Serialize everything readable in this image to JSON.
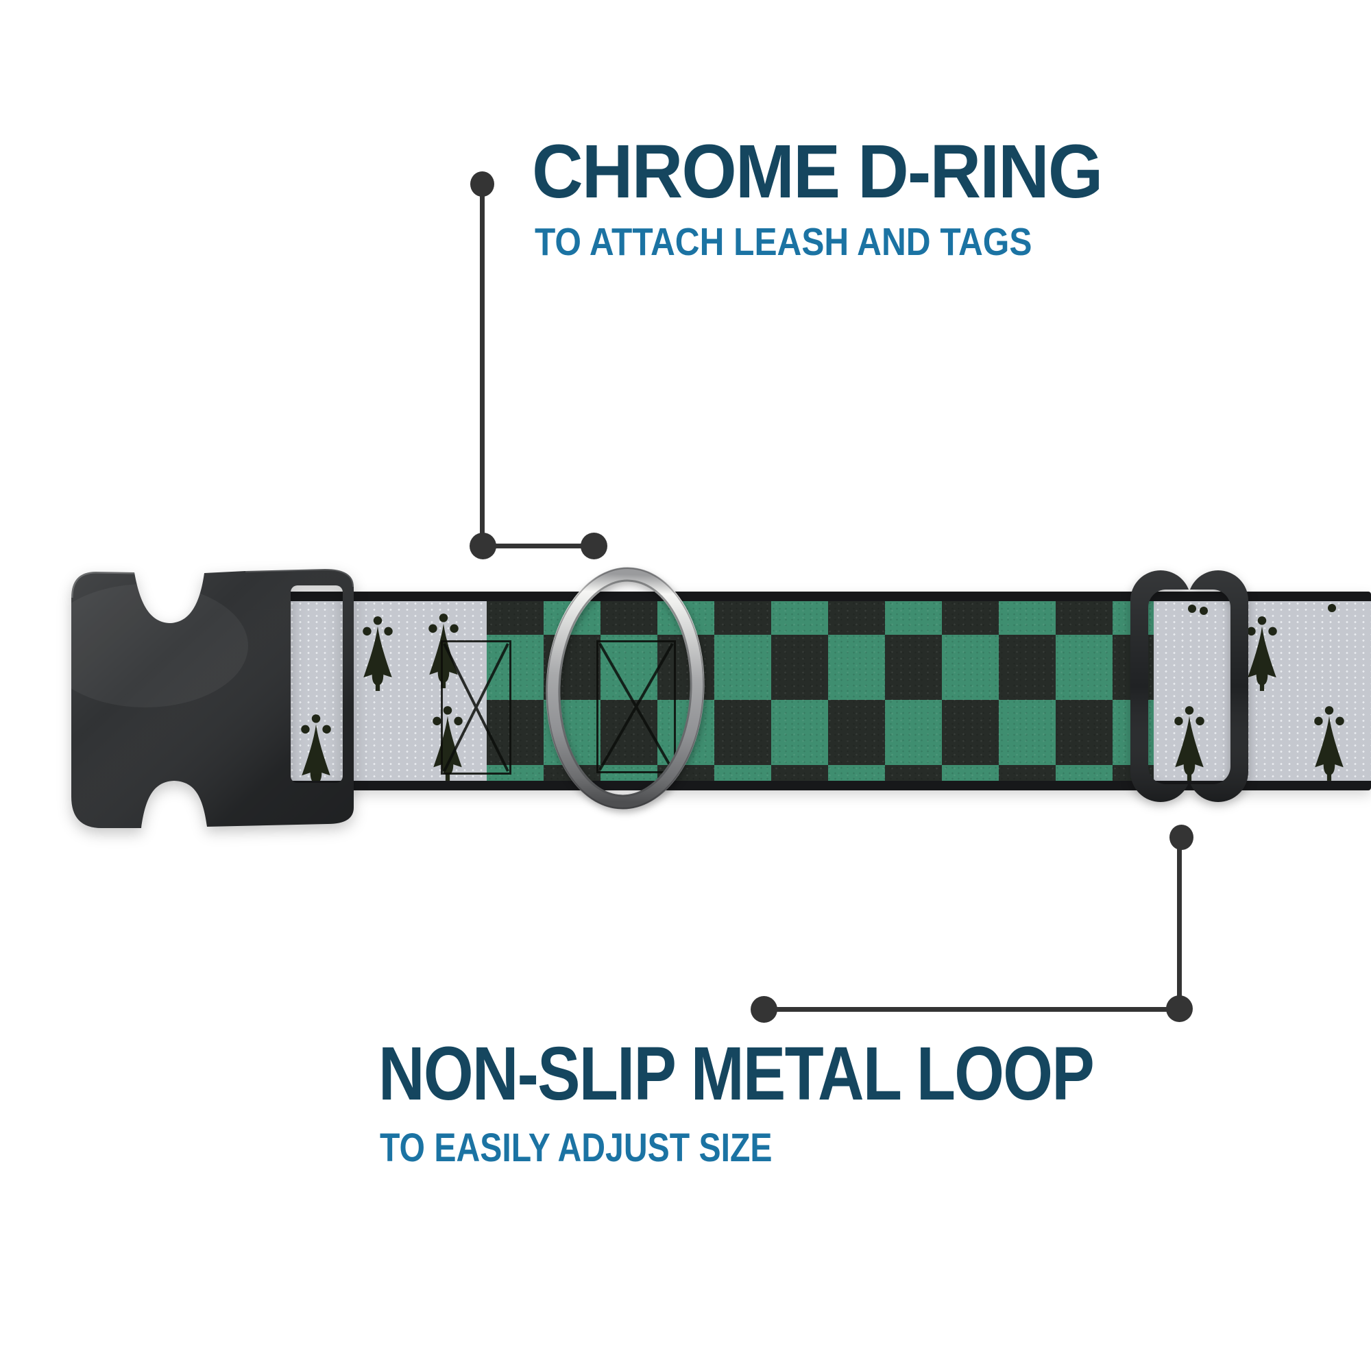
{
  "colors": {
    "title-color": "#15465f",
    "subtitle-color": "#1b73a3",
    "connector-color": "#343434",
    "green": "#3f8e70",
    "check-dark": "#272c28",
    "webbing-gray": "#c5c8cf",
    "webbing-edge": "#17181a",
    "ermine": "#202617",
    "buckle": "#2a2c2e",
    "triglide": "#202224"
  },
  "callouts": {
    "top": {
      "title": "CHROME D-RING",
      "subtitle": "TO ATTACH LEASH AND TAGS"
    },
    "bottom": {
      "title": "NON-SLIP METAL LOOP",
      "subtitle": "TO EASILY ADJUST SIZE"
    }
  },
  "product": {
    "parts": [
      "plastic-side-release-buckle",
      "patterned-webbing-strap",
      "chrome-d-ring",
      "black-metal-slide-loop"
    ],
    "pattern": "green-black-checker-with-gray-ermine-ends"
  }
}
